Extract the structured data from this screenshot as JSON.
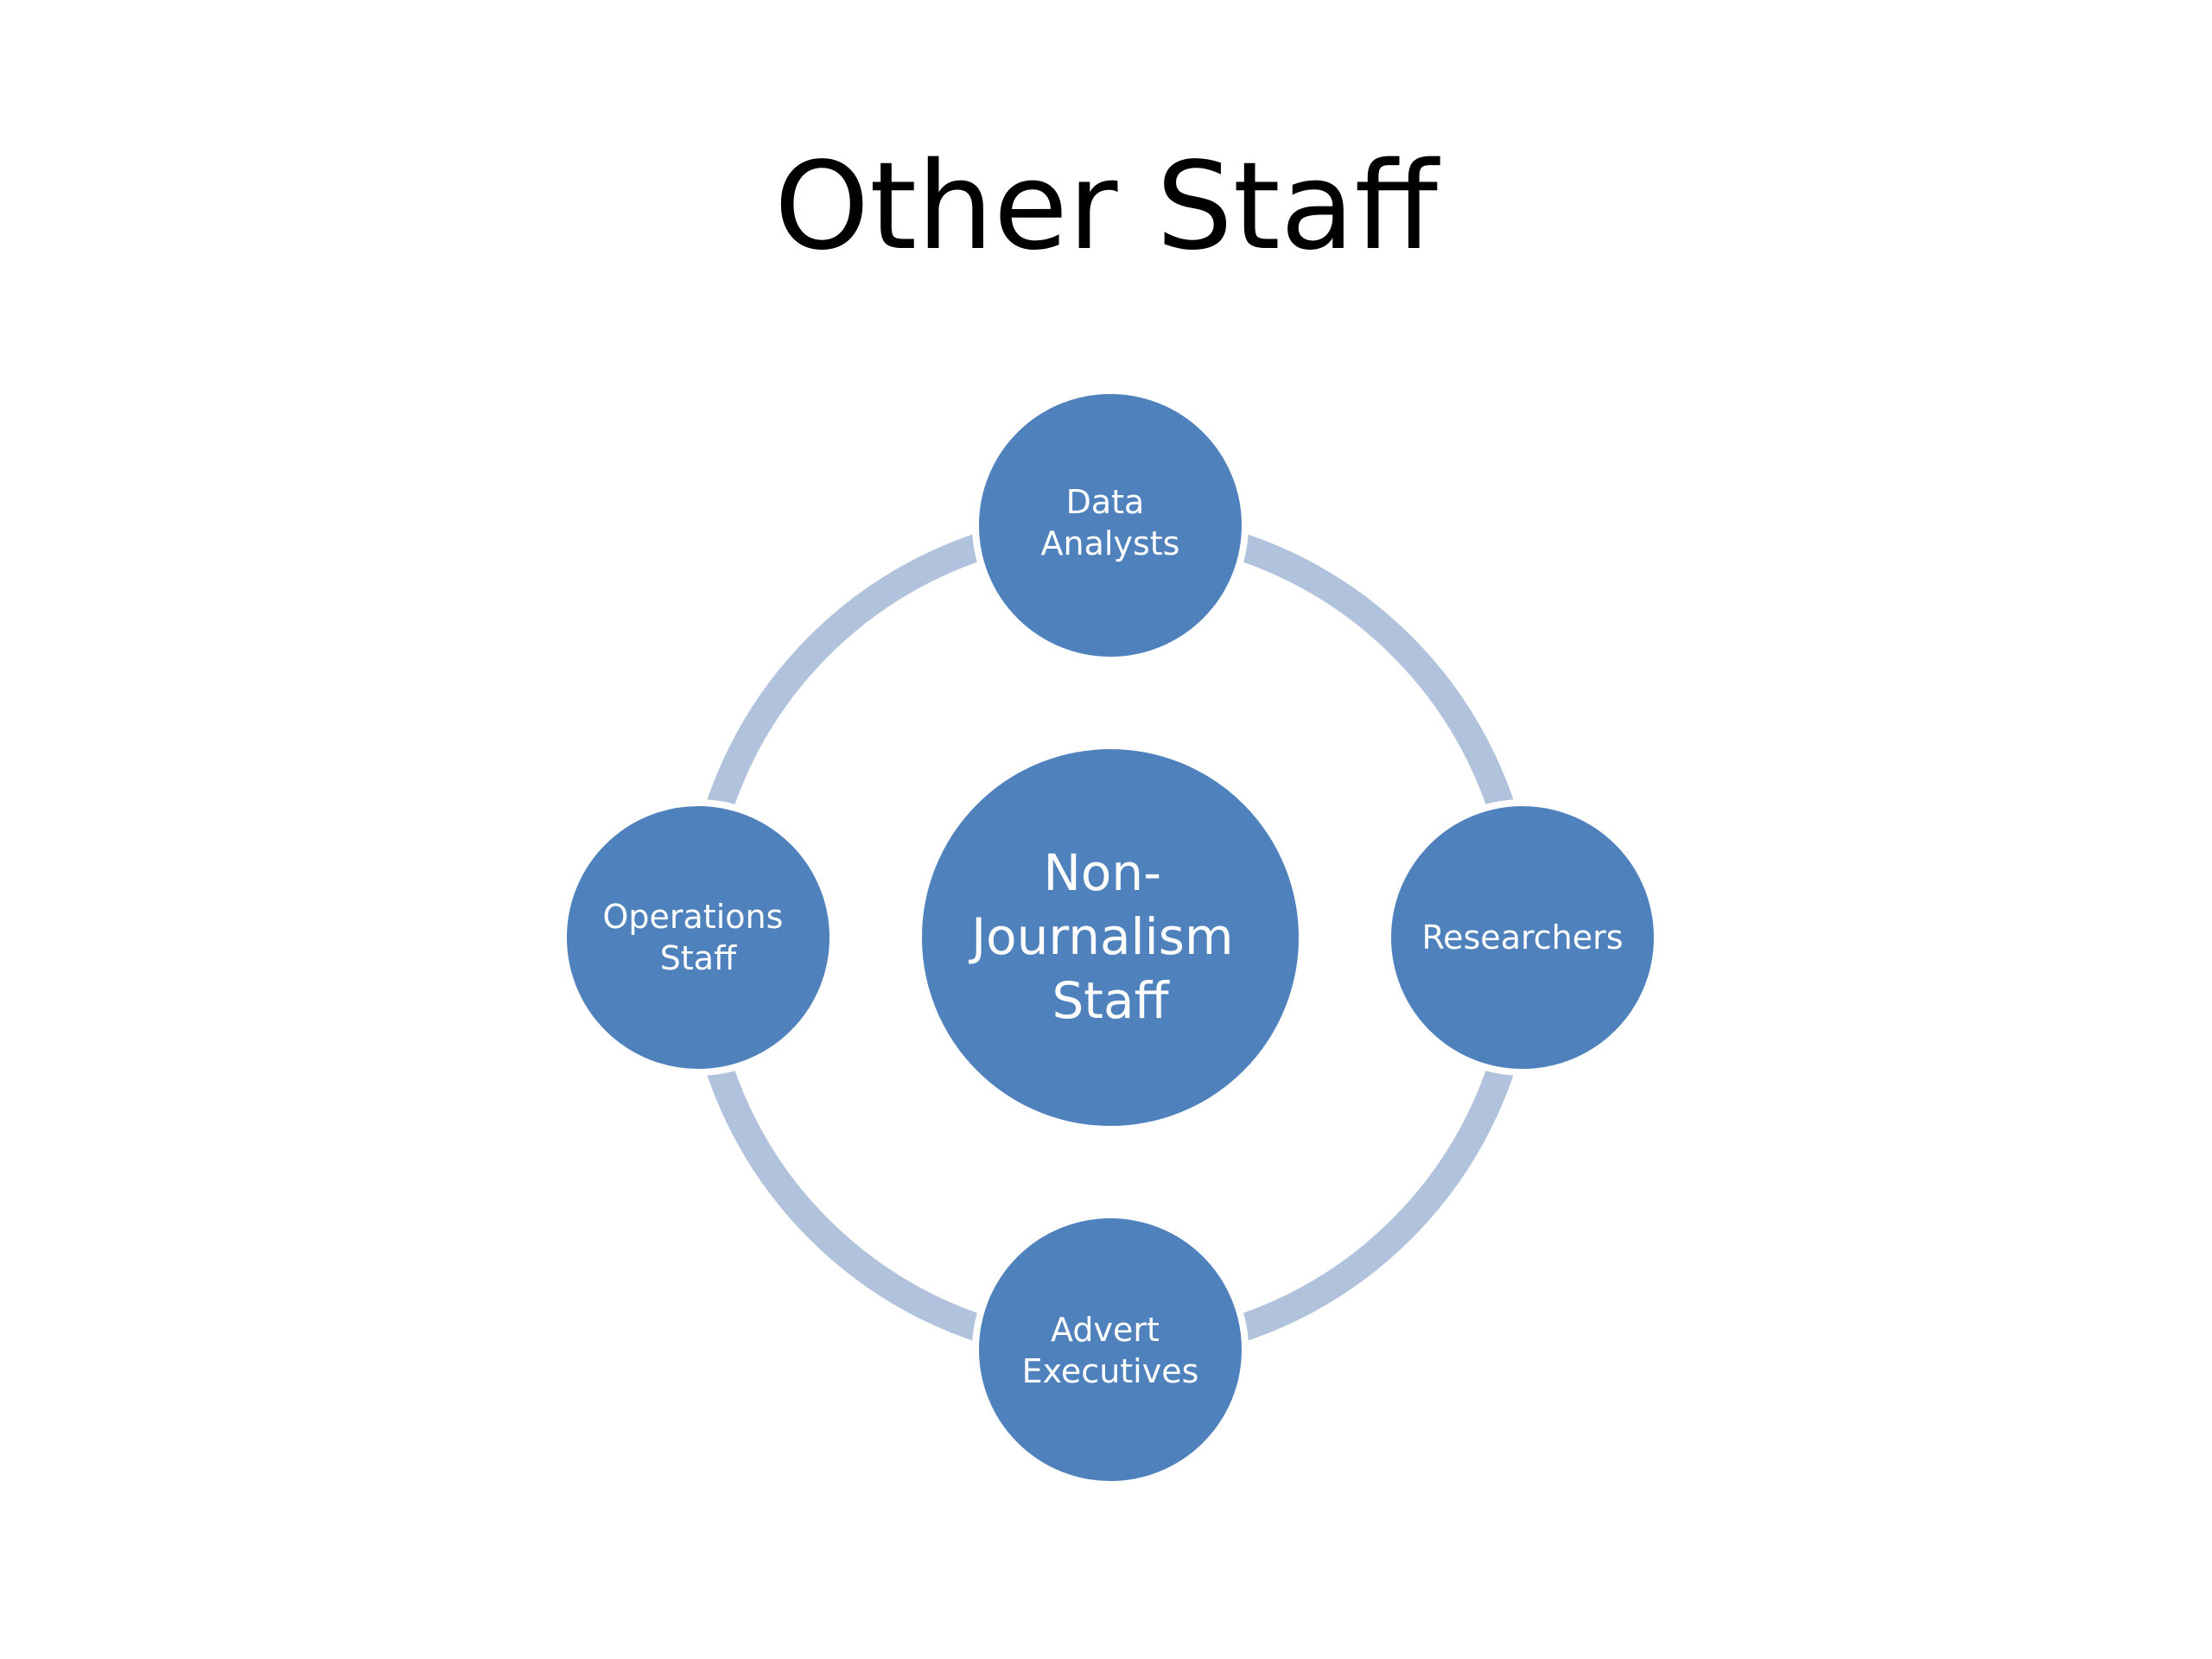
{
  "slide": {
    "title": "Other Staff"
  },
  "diagram": {
    "type": "cycle",
    "colors": {
      "node_fill": "#4f81bd",
      "node_border": "#ffffff",
      "ring": "#b1c2dc",
      "text": "#ffffff"
    },
    "center": {
      "lines": [
        "Non-",
        "Journalism",
        "Staff"
      ]
    },
    "satellites": [
      {
        "position": "top",
        "lines": [
          "Data",
          "Analysts"
        ]
      },
      {
        "position": "right",
        "lines": [
          "Researchers"
        ]
      },
      {
        "position": "bottom",
        "lines": [
          "Advert",
          "Executives"
        ]
      },
      {
        "position": "left",
        "lines": [
          "Operations",
          "Staff"
        ]
      }
    ]
  }
}
